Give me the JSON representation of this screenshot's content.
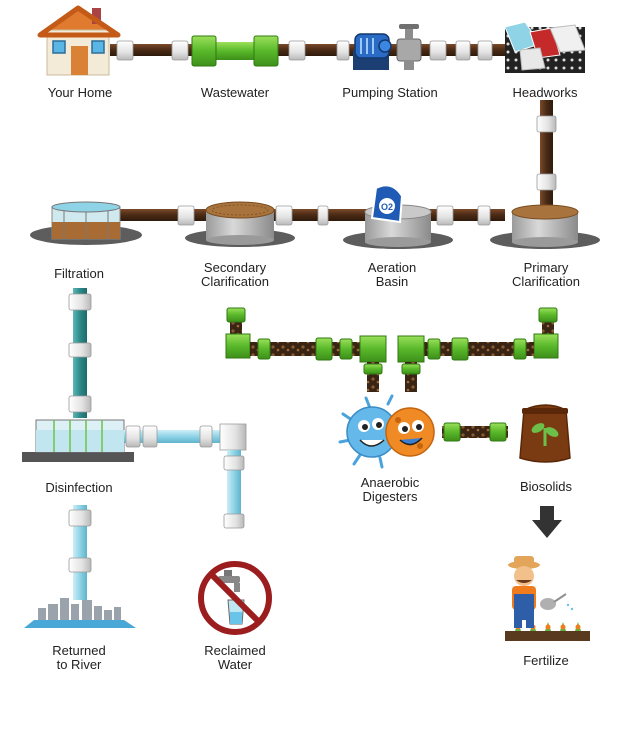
{
  "labels": {
    "home": "Your Home",
    "wastewater": "Wastewater",
    "pumping": "Pumping Station",
    "headworks": "Headworks",
    "filtration": "Filtration",
    "secondary_1": "Secondary",
    "secondary_2": "Clarification",
    "aeration_1": "Aeration",
    "aeration_2": "Basin",
    "primary_1": "Primary",
    "primary_2": "Clarification",
    "disinfection": "Disinfection",
    "anaerobic_1": "Anaerobic",
    "anaerobic_2": "Digesters",
    "biosolids": "Biosolids",
    "returned_1": "Returned",
    "returned_2": "to River",
    "reclaimed_1": "Reclaimed",
    "reclaimed_2": "Water",
    "fertilize": "Fertilize"
  },
  "aeration_badge": "O2",
  "colors": {
    "sewage_pipe": "#5a3520",
    "clean_pipe": "#8fd3e6",
    "green_pipe": "#59b82a",
    "fitting": "#e8e8e8",
    "tank_gray": "#b5b5b5",
    "shadow": "#5d5d5d",
    "no_sign": "#9b1d1d"
  },
  "icons": [
    "house-icon",
    "pump-icon",
    "valve-icon",
    "screen-icon",
    "tank-icon",
    "microbe-icon",
    "sack-icon",
    "arrow-down-icon",
    "farmer-icon",
    "city-skyline-icon",
    "faucet-icon",
    "no-sign-icon",
    "water-glass-icon",
    "sprout-icon"
  ]
}
